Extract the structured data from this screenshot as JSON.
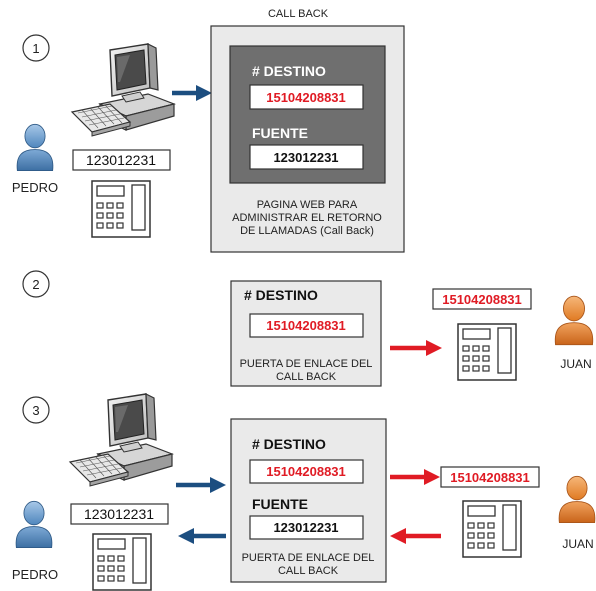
{
  "title": "CALL BACK",
  "steps": {
    "step1": "1",
    "step2": "2",
    "step3": "3"
  },
  "colors": {
    "red": "#e01b24",
    "blue": "#1c4e80",
    "panel_grey": "#6f6f6f",
    "outer_grey": "#eaeaea"
  },
  "people": {
    "pedro": "PEDRO",
    "juan": "JUAN"
  },
  "step1": {
    "pedro_number": "123012231",
    "destino_label": "# DESTINO",
    "destino_value": "15104208831",
    "fuente_label": "FUENTE",
    "fuente_value": "123012231",
    "caption_line1": "PAGINA WEB PARA",
    "caption_line2": "ADMINISTRAR EL RETORNO",
    "caption_line3": "DE LLAMADAS (Call Back)"
  },
  "step2": {
    "destino_label": "# DESTINO",
    "destino_value": "15104208831",
    "caption_line1": "PUERTA DE ENLACE DEL",
    "caption_line2": "CALL BACK",
    "juan_number": "15104208831"
  },
  "step3": {
    "pedro_number": "123012231",
    "destino_label": "# DESTINO",
    "destino_value": "15104208831",
    "fuente_label": "FUENTE",
    "fuente_value": "123012231",
    "caption_line1": "PUERTA DE ENLACE DEL",
    "caption_line2": "CALL BACK",
    "juan_number": "15104208831"
  },
  "icons": {
    "computer": "computer-icon",
    "phone": "desk-phone-icon",
    "person_blue": "person-icon",
    "person_orange": "person-icon"
  }
}
